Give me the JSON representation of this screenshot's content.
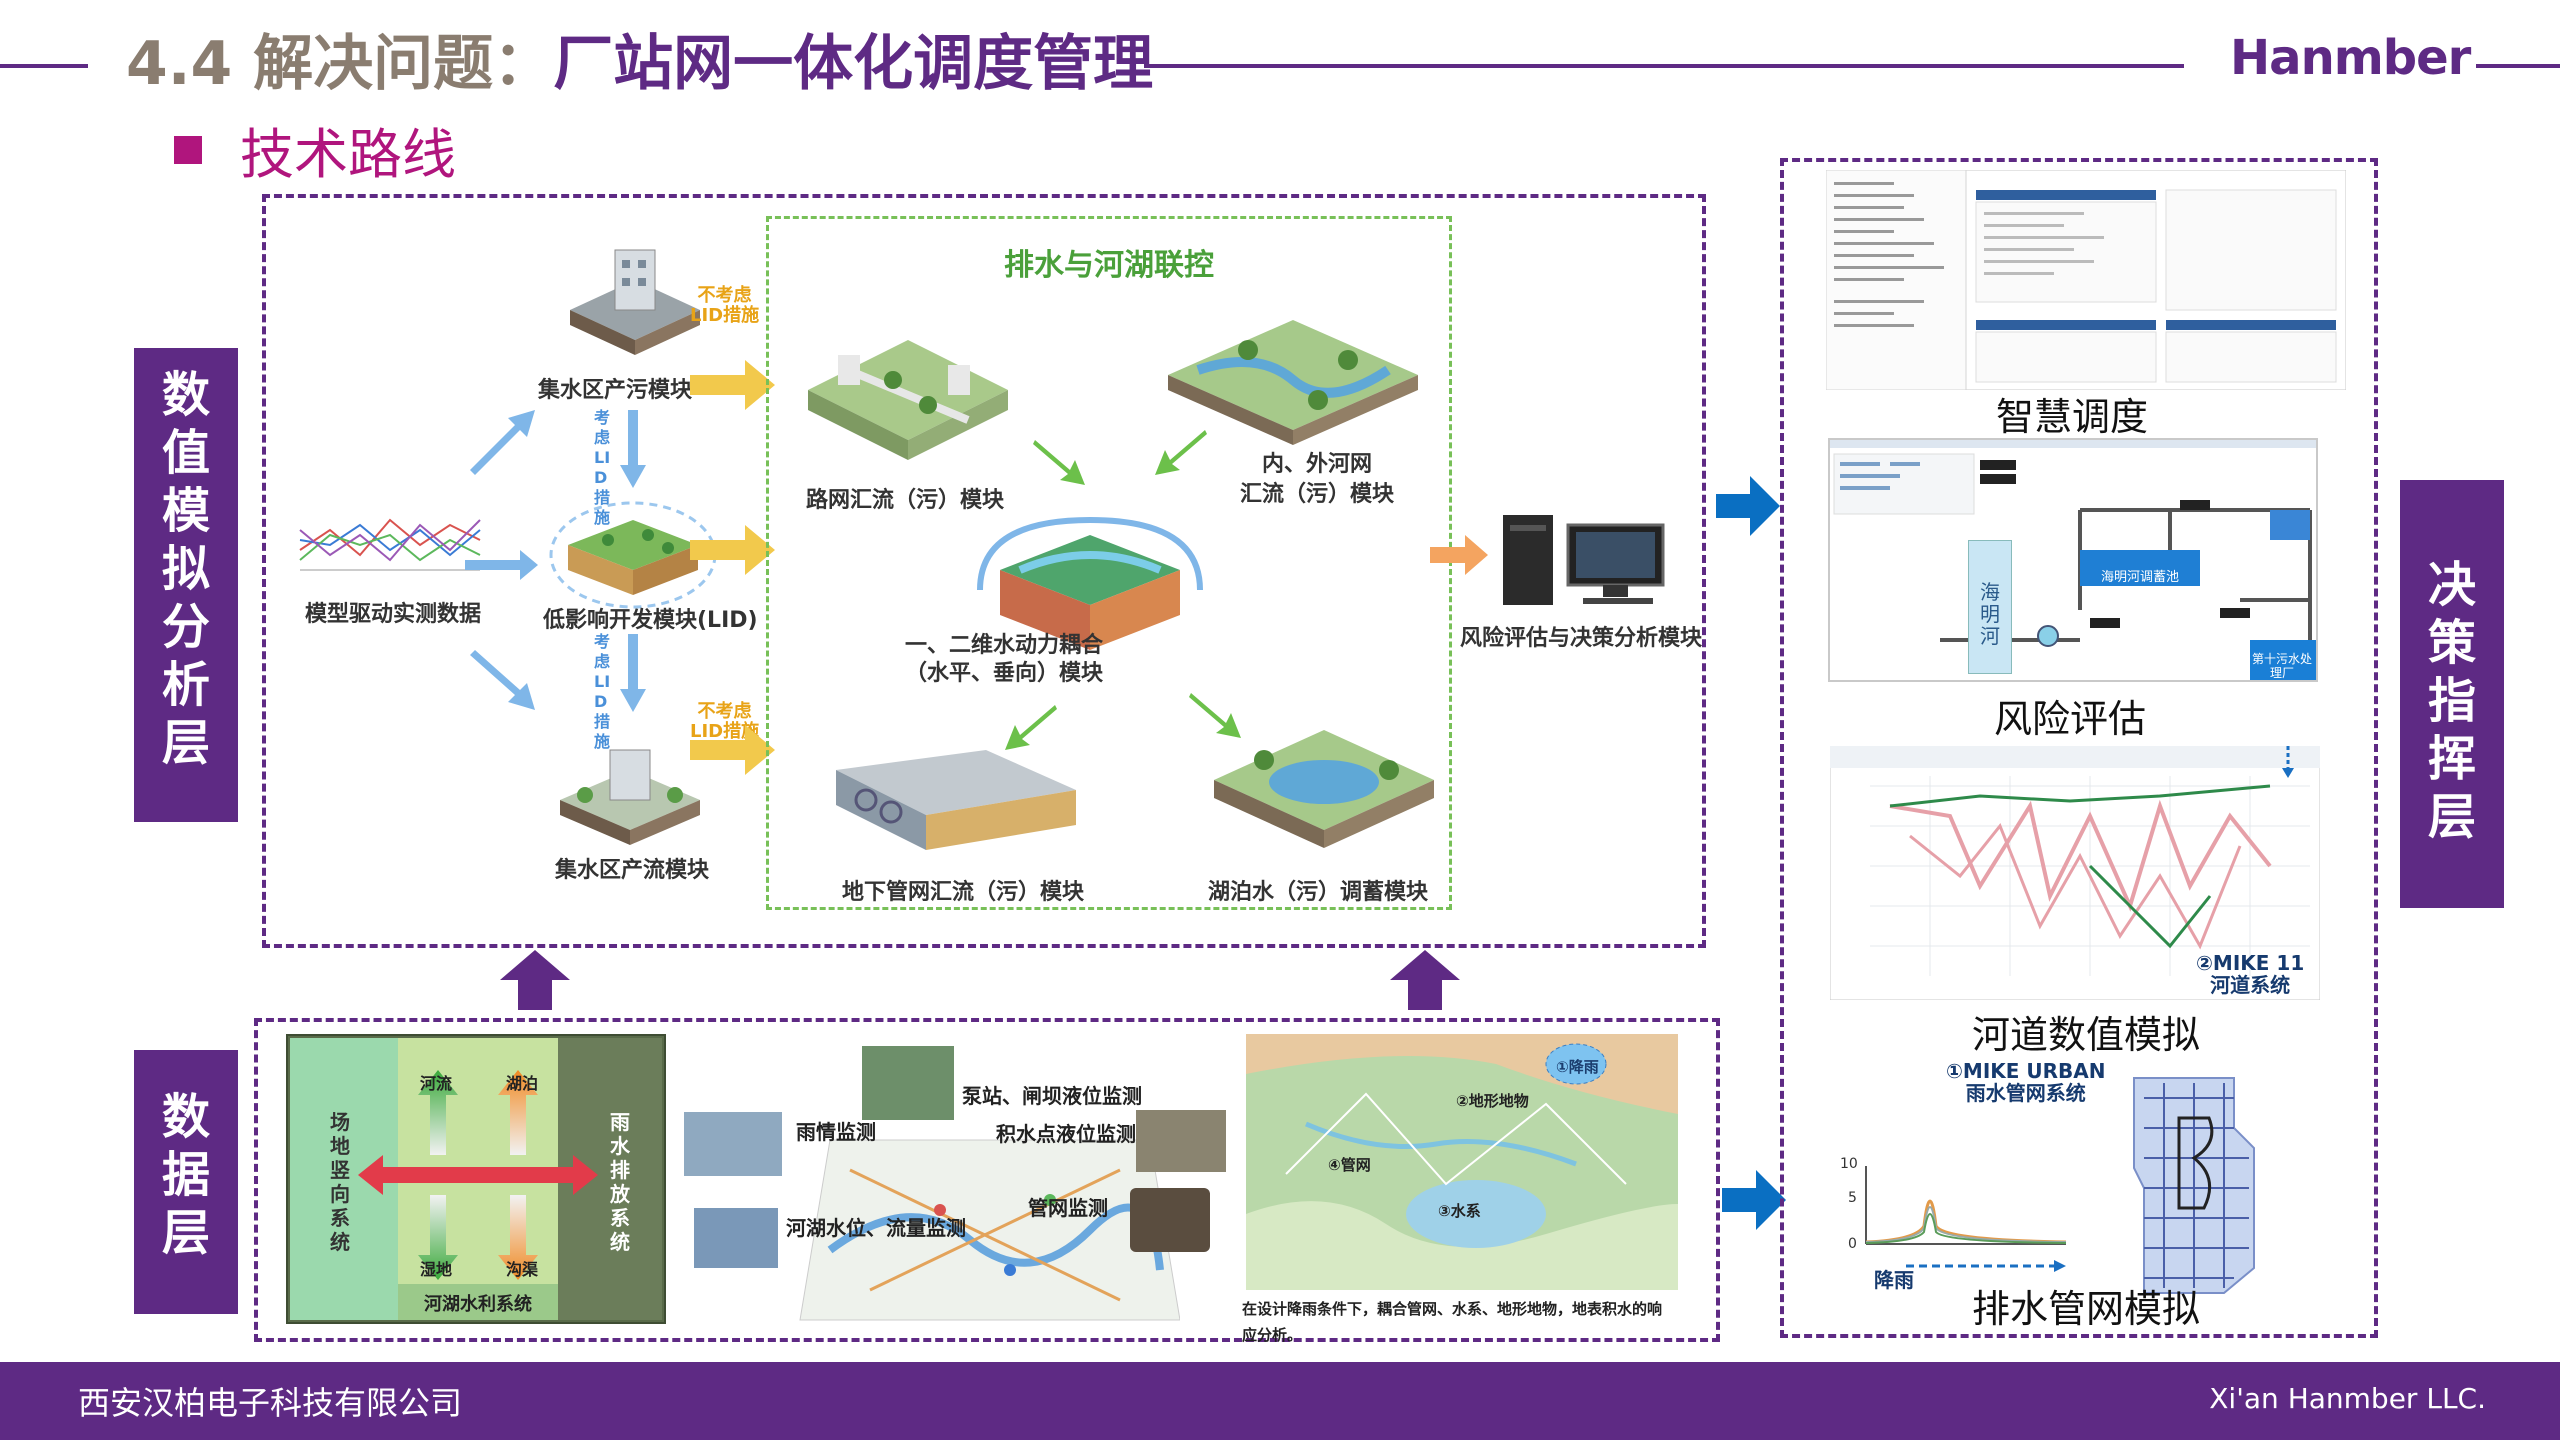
{
  "header": {
    "title_prefix": "4.4 解决问题：",
    "title_main": "厂站网一体化调度管理",
    "logo": "Hanmber"
  },
  "subtitle": "技术路线",
  "left_labels": {
    "numeric_layer": [
      "数",
      "值",
      "模",
      "拟",
      "分",
      "析",
      "层"
    ],
    "data_layer": [
      "数",
      "据",
      "层"
    ]
  },
  "right_label": [
    "决",
    "策",
    "指",
    "挥",
    "层"
  ],
  "model_panel": {
    "inner_title": "排水与河湖联控",
    "collect_pollution": "集水区产污模块",
    "lid": "低影响开发模块(LID)",
    "collect_flow": "集水区产流模块",
    "measured": "模型驱动实测数据",
    "no_lid_1": [
      "不考虑",
      "LID措施"
    ],
    "no_lid_2": [
      "不考虑",
      "LID措施"
    ],
    "consider_lid_1": "考虑LID措施",
    "consider_lid_2": "考虑LID措施",
    "road_network": "路网汇流（污）模块",
    "inner_outer_river": [
      "内、外河网",
      "汇流（污）模块"
    ],
    "coupling": [
      "一、二维水动力耦合",
      "（水平、垂向）模块"
    ],
    "underground_pipe": "地下管网汇流（污）模块",
    "lake_storage": "湖泊水（污）调蓄模块",
    "risk_decision": "风险评估与决策分析模块"
  },
  "data_panel": {
    "box_left": "场地竖向系统",
    "box_right": "雨水排放系统",
    "box_bottom": "河湖水利系统",
    "arrow_tl": "河流",
    "arrow_tr": "湖泊",
    "arrow_bl": "湿地",
    "arrow_br": "沟渠",
    "pump_station": "泵站、闸坝液位监测",
    "rain_monitor": "雨情监测",
    "waterlog_monitor": "积水点液位监测",
    "river_level": "河湖水位、流量监测",
    "pipe_monitor": "管网监测",
    "map_rain": "①降雨",
    "map_terrain": "②地形地物",
    "map_pipe": "④管网",
    "map_water": "③水系",
    "map_caption": [
      "在设计降雨条件下，耦合管网、水系、地形地物，地表积水的响",
      "应分析。"
    ]
  },
  "right_panel": {
    "smart_dispatch": "智慧调度",
    "risk_assessment": "风险评估",
    "river_sim": "河道数值模拟",
    "drain_sim": "排水管网模拟",
    "mike11": [
      "②MIKE 11",
      "河道系统"
    ],
    "mike_urban": [
      "①MIKE URBAN",
      "雨水管网系统"
    ],
    "rain_label": "降雨",
    "sea_river": [
      "海",
      "明",
      "河"
    ],
    "pool_label": "海明河调蓄池",
    "plant_label": "第十污水处理厂",
    "y_ticks": [
      "10",
      "5",
      "0"
    ]
  },
  "footer": {
    "company_cn": "西安汉柏电子科技有限公司",
    "company_en": "Xi'an Hanmber LLC."
  },
  "colors": {
    "primary_purple": "#5e2a84",
    "accent_magenta": "#b0157d",
    "title_gray": "#8a7d70",
    "arrow_blue": "#0a6fc2",
    "green_dash": "#78c058"
  }
}
